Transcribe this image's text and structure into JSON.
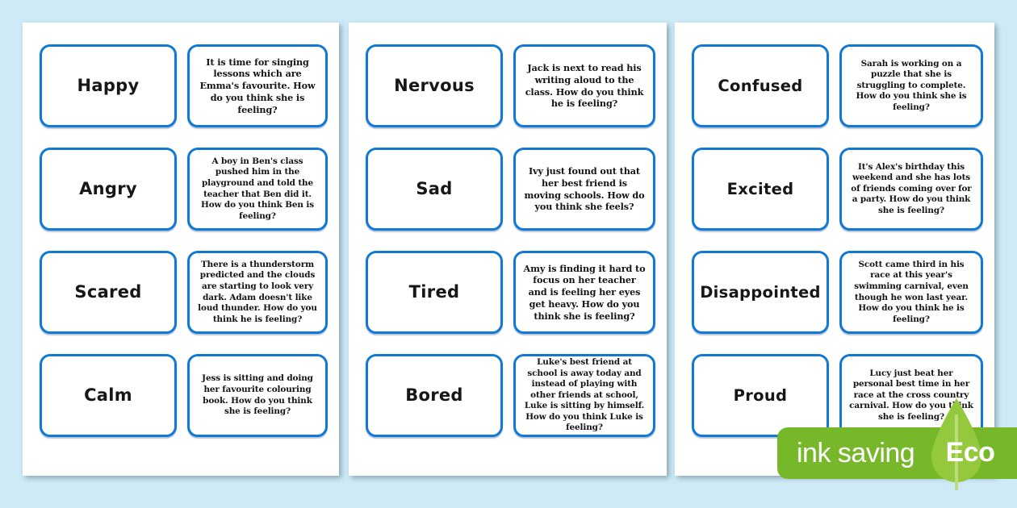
{
  "background_color": "#cfeaf7",
  "card_border_color": "#1179d4",
  "pages": [
    {
      "name": "page-1",
      "rows": [
        {
          "emotion": "Happy",
          "scenario": "It is time for singing lessons which are Emma's favourite. How do you think she is feeling?"
        },
        {
          "emotion": "Angry",
          "scenario": "A boy in Ben's class pushed him in the playground and told the teacher that Ben did it. How do you think Ben is feeling?"
        },
        {
          "emotion": "Scared",
          "scenario": "There is a thunderstorm predicted and the clouds are starting to look very dark. Adam doesn't like loud thunder. How do you think he is feeling?"
        },
        {
          "emotion": "Calm",
          "scenario": "Jess is sitting and doing her favourite colouring book. How do you think she is feeling?"
        }
      ]
    },
    {
      "name": "page-2",
      "rows": [
        {
          "emotion": "Nervous",
          "scenario": "Jack is next to read his writing aloud to the class. How do you think he is feeling?"
        },
        {
          "emotion": "Sad",
          "scenario": "Ivy just found out that her best friend is moving schools. How do you think she feels?"
        },
        {
          "emotion": "Tired",
          "scenario": "Amy is finding it hard to focus on her teacher and is feeling her eyes get heavy. How do you think she is feeling?"
        },
        {
          "emotion": "Bored",
          "scenario": "Luke's best friend at school is away today and instead of playing with other friends at school, Luke is sitting by himself. How do you think Luke is feeling?"
        }
      ]
    },
    {
      "name": "page-3",
      "rows": [
        {
          "emotion": "Confused",
          "scenario": "Sarah is working on a puzzle that she is struggling to complete. How do you think she is feeling?"
        },
        {
          "emotion": "Excited",
          "scenario": "It's Alex's birthday this weekend and she has lots of friends coming over for a party. How do you think she is feeling?"
        },
        {
          "emotion": "Disappointed",
          "scenario": "Scott came third in his race at this year's swimming carnival, even though he won last year. How do you think he is feeling?"
        },
        {
          "emotion": "Proud",
          "scenario": "Lucy just beat her personal best time in her race at the cross country carnival. How do you think she is feeling?"
        }
      ]
    }
  ],
  "eco_badge": {
    "ink_label": "ink saving",
    "eco_label": "Eco",
    "bar_color": "#76b82a",
    "leaf_color": "#94c83d"
  }
}
